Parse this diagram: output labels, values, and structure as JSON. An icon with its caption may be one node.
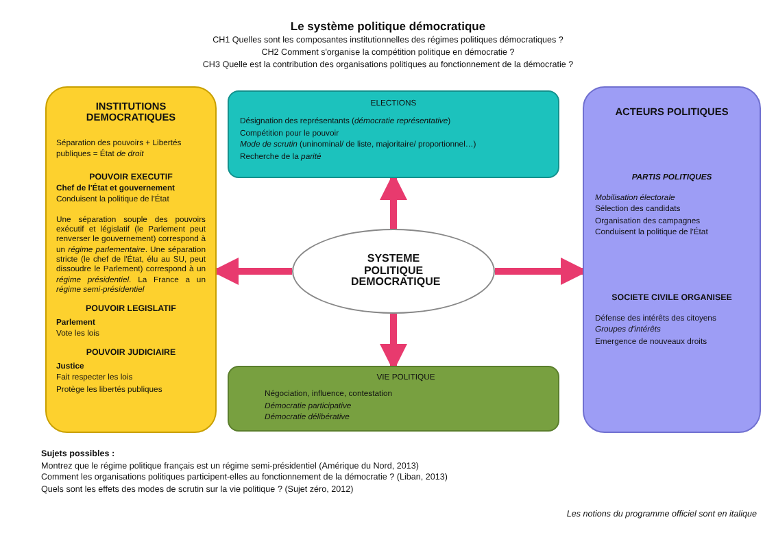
{
  "diagram": {
    "title": "Le système politique démocratique",
    "nodes": [
      {
        "text": [
          "INSTITUTIONS DEMOCRATIQUES",
          "Séparation des pouvoirs + Libertés publiques = État *de droit*",
          "POUVOIR EXECUTIF",
          "Chef de l'État et gouvernement",
          "Conduisent la politique de l'État",
          "Une séparation souple des pouvoirs exécutif et législatif (le Parlement peut renverser le gouvernement) correspond à un *régime parlementaire*. Une séparation stricte (le chef de l'État, élu au SU, peut dissoudre le Parlement) correspond à un *régime présidentiel*. La France a un *régime semi-présidentiel*",
          "POUVOIR LEGISLATIF",
          "Parlement",
          "Vote les lois",
          "POUVOIR JUDICIAIRE",
          "Justice",
          "Fait respecter les lois",
          "Protège les libertés publiques"
        ]
      },
      {
        "text": [
          "ELECTIONS",
          "Désignation des représentants (*démocratie représentative*)",
          "Compétition pour le pouvoir",
          "*Mode de scrutin* (uninominal/ de liste, majoritaire/ proportionnel…)",
          "Recherche de la *parité*"
        ]
      },
      {
        "text": [
          "SYSTEME POLITIQUE DEMOCRATIQUE"
        ]
      },
      {
        "text": [
          "VIE POLITIQUE",
          "Négociation, influence, contestation",
          "Démocratie participative",
          "Démocratie délibérative"
        ]
      },
      {
        "text": [
          "ACTEURS POLITIQUES",
          "PARTIS POLITIQUES",
          "Mobilisation électorale",
          "Sélection des candidats",
          "Organisation des campagnes",
          "Conduisent la politique de l'État",
          "SOCIETE CIVILE ORGANISEE",
          "Défense des intérêts des citoyens",
          "Groupes d'intérêts",
          "Emergence de nouveaux droits"
        ]
      }
    ],
    "edges": [
      {
        "from": 2,
        "to": 1,
        "arrow": "to"
      },
      {
        "from": 2,
        "to": 0,
        "arrow": "to"
      },
      {
        "from": 2,
        "to": 4,
        "arrow": "to"
      },
      {
        "from": 2,
        "to": 3,
        "arrow": "to"
      }
    ],
    "labels": [
      "CH1 Quelles sont les composantes institutionnelles des régimes politiques démocratiques ?",
      "CH2 Comment s'organise la compétition politique en démocratie ?",
      "CH3 Quelle est la contribution des organisations politiques au fonctionnement de la démocratie ?",
      "Sujets possibles :",
      "Montrez que le régime politique français est un régime semi-présidentiel (Amérique du Nord, 2013)",
      "Comment les organisations politiques participent-elles au fonctionnement de la démocratie ? (Liban, 2013)",
      "Quels sont les effets des modes de scrutin sur la vie politique ? (Sujet zéro, 2012)",
      "Les notions du programme officiel sont en italique"
    ]
  }
}
